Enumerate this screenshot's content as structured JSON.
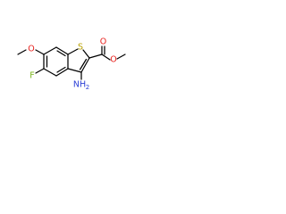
{
  "molecule": {
    "atoms": {
      "sulfur": "S",
      "fluorine": "F",
      "methoxy_oxygen": "O",
      "ester_carbonyl_oxygen": "O",
      "ester_alkoxy_oxygen": "O",
      "amino_group": "NH"
    },
    "amino_subscript": "2"
  },
  "colors": {
    "sulfur": "#b8a100",
    "fluorine": "#7ab51d",
    "oxygen": "#e8201c",
    "nitrogen": "#2b3fd6",
    "bond": "#000000"
  }
}
